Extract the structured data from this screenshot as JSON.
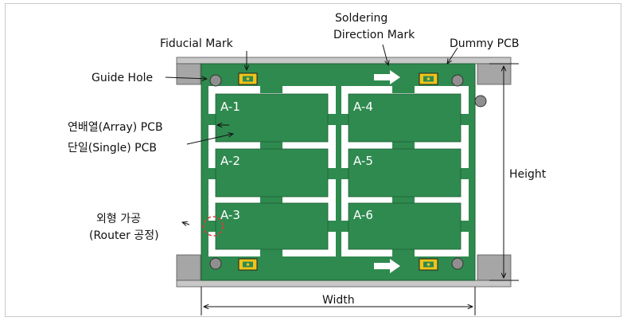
{
  "labels": {
    "fiducial_mark": "Fiducial Mark",
    "soldering_direction_line1": "Soldering",
    "soldering_direction_line2": "Direction Mark",
    "dummy_pcb": "Dummy PCB",
    "guide_hole": "Guide Hole",
    "array_pcb": "연배열(Array) PCB",
    "single_pcb": "단일(Single) PCB",
    "router_line1": "외형 가공",
    "router_line2": "(Router 공정)",
    "height": "Height",
    "width": "Width"
  },
  "boards": [
    "A-1",
    "A-2",
    "A-3",
    "A-4",
    "A-5",
    "A-6"
  ],
  "colors": {
    "pcb_green": "#2f8a4f",
    "board_green": "#2f8a4f",
    "rail_gray": "#a6a6a6",
    "fiducial_yellow": "#f0c419",
    "router_circle": "#e53935",
    "arrow_white": "#ffffff"
  }
}
